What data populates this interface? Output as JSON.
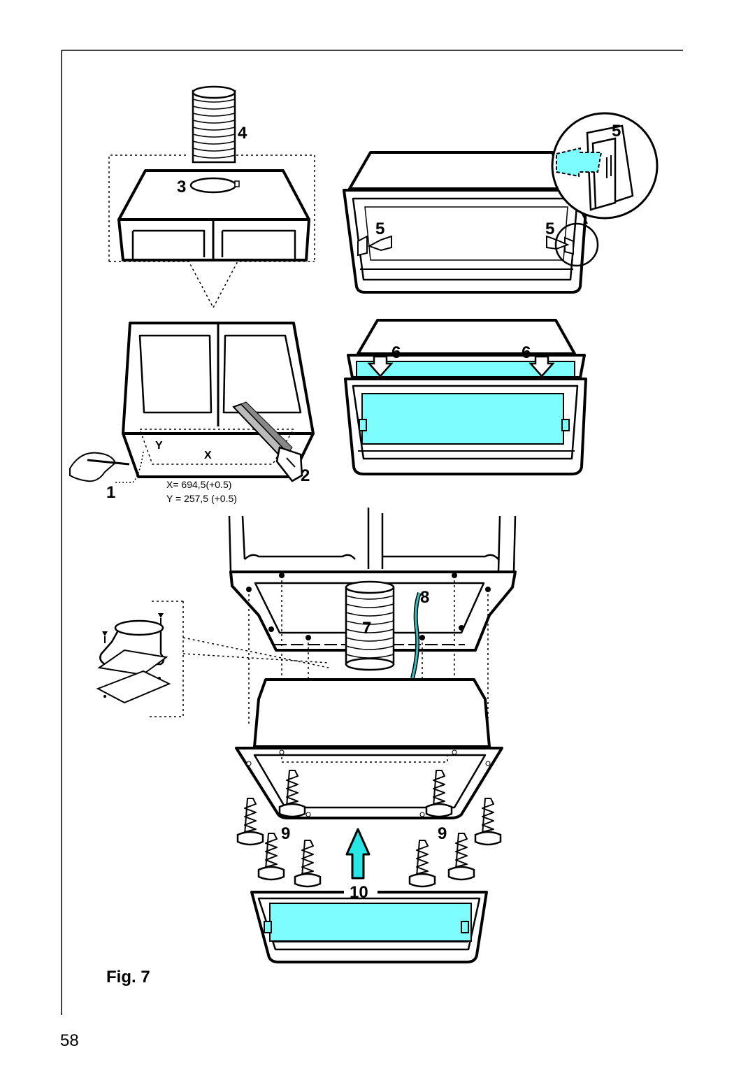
{
  "figure": {
    "caption": "Fig. 7",
    "page_number": "58",
    "labels": {
      "one": "1",
      "two": "2",
      "three": "3",
      "four": "4",
      "five_top": "5",
      "five_left": "5",
      "five_right": "5",
      "six_left": "6",
      "six_right": "6",
      "seven": "7",
      "eight": "8",
      "nine_left": "9",
      "nine_right": "9",
      "ten": "10",
      "x": "X",
      "y": "Y"
    },
    "dimensions": {
      "x_line": "X= 694,5(+0.5)",
      "y_line": "Y = 257,5 (+0.5)"
    },
    "colors": {
      "accent": "#7dfdfd",
      "ink": "#000000"
    }
  }
}
